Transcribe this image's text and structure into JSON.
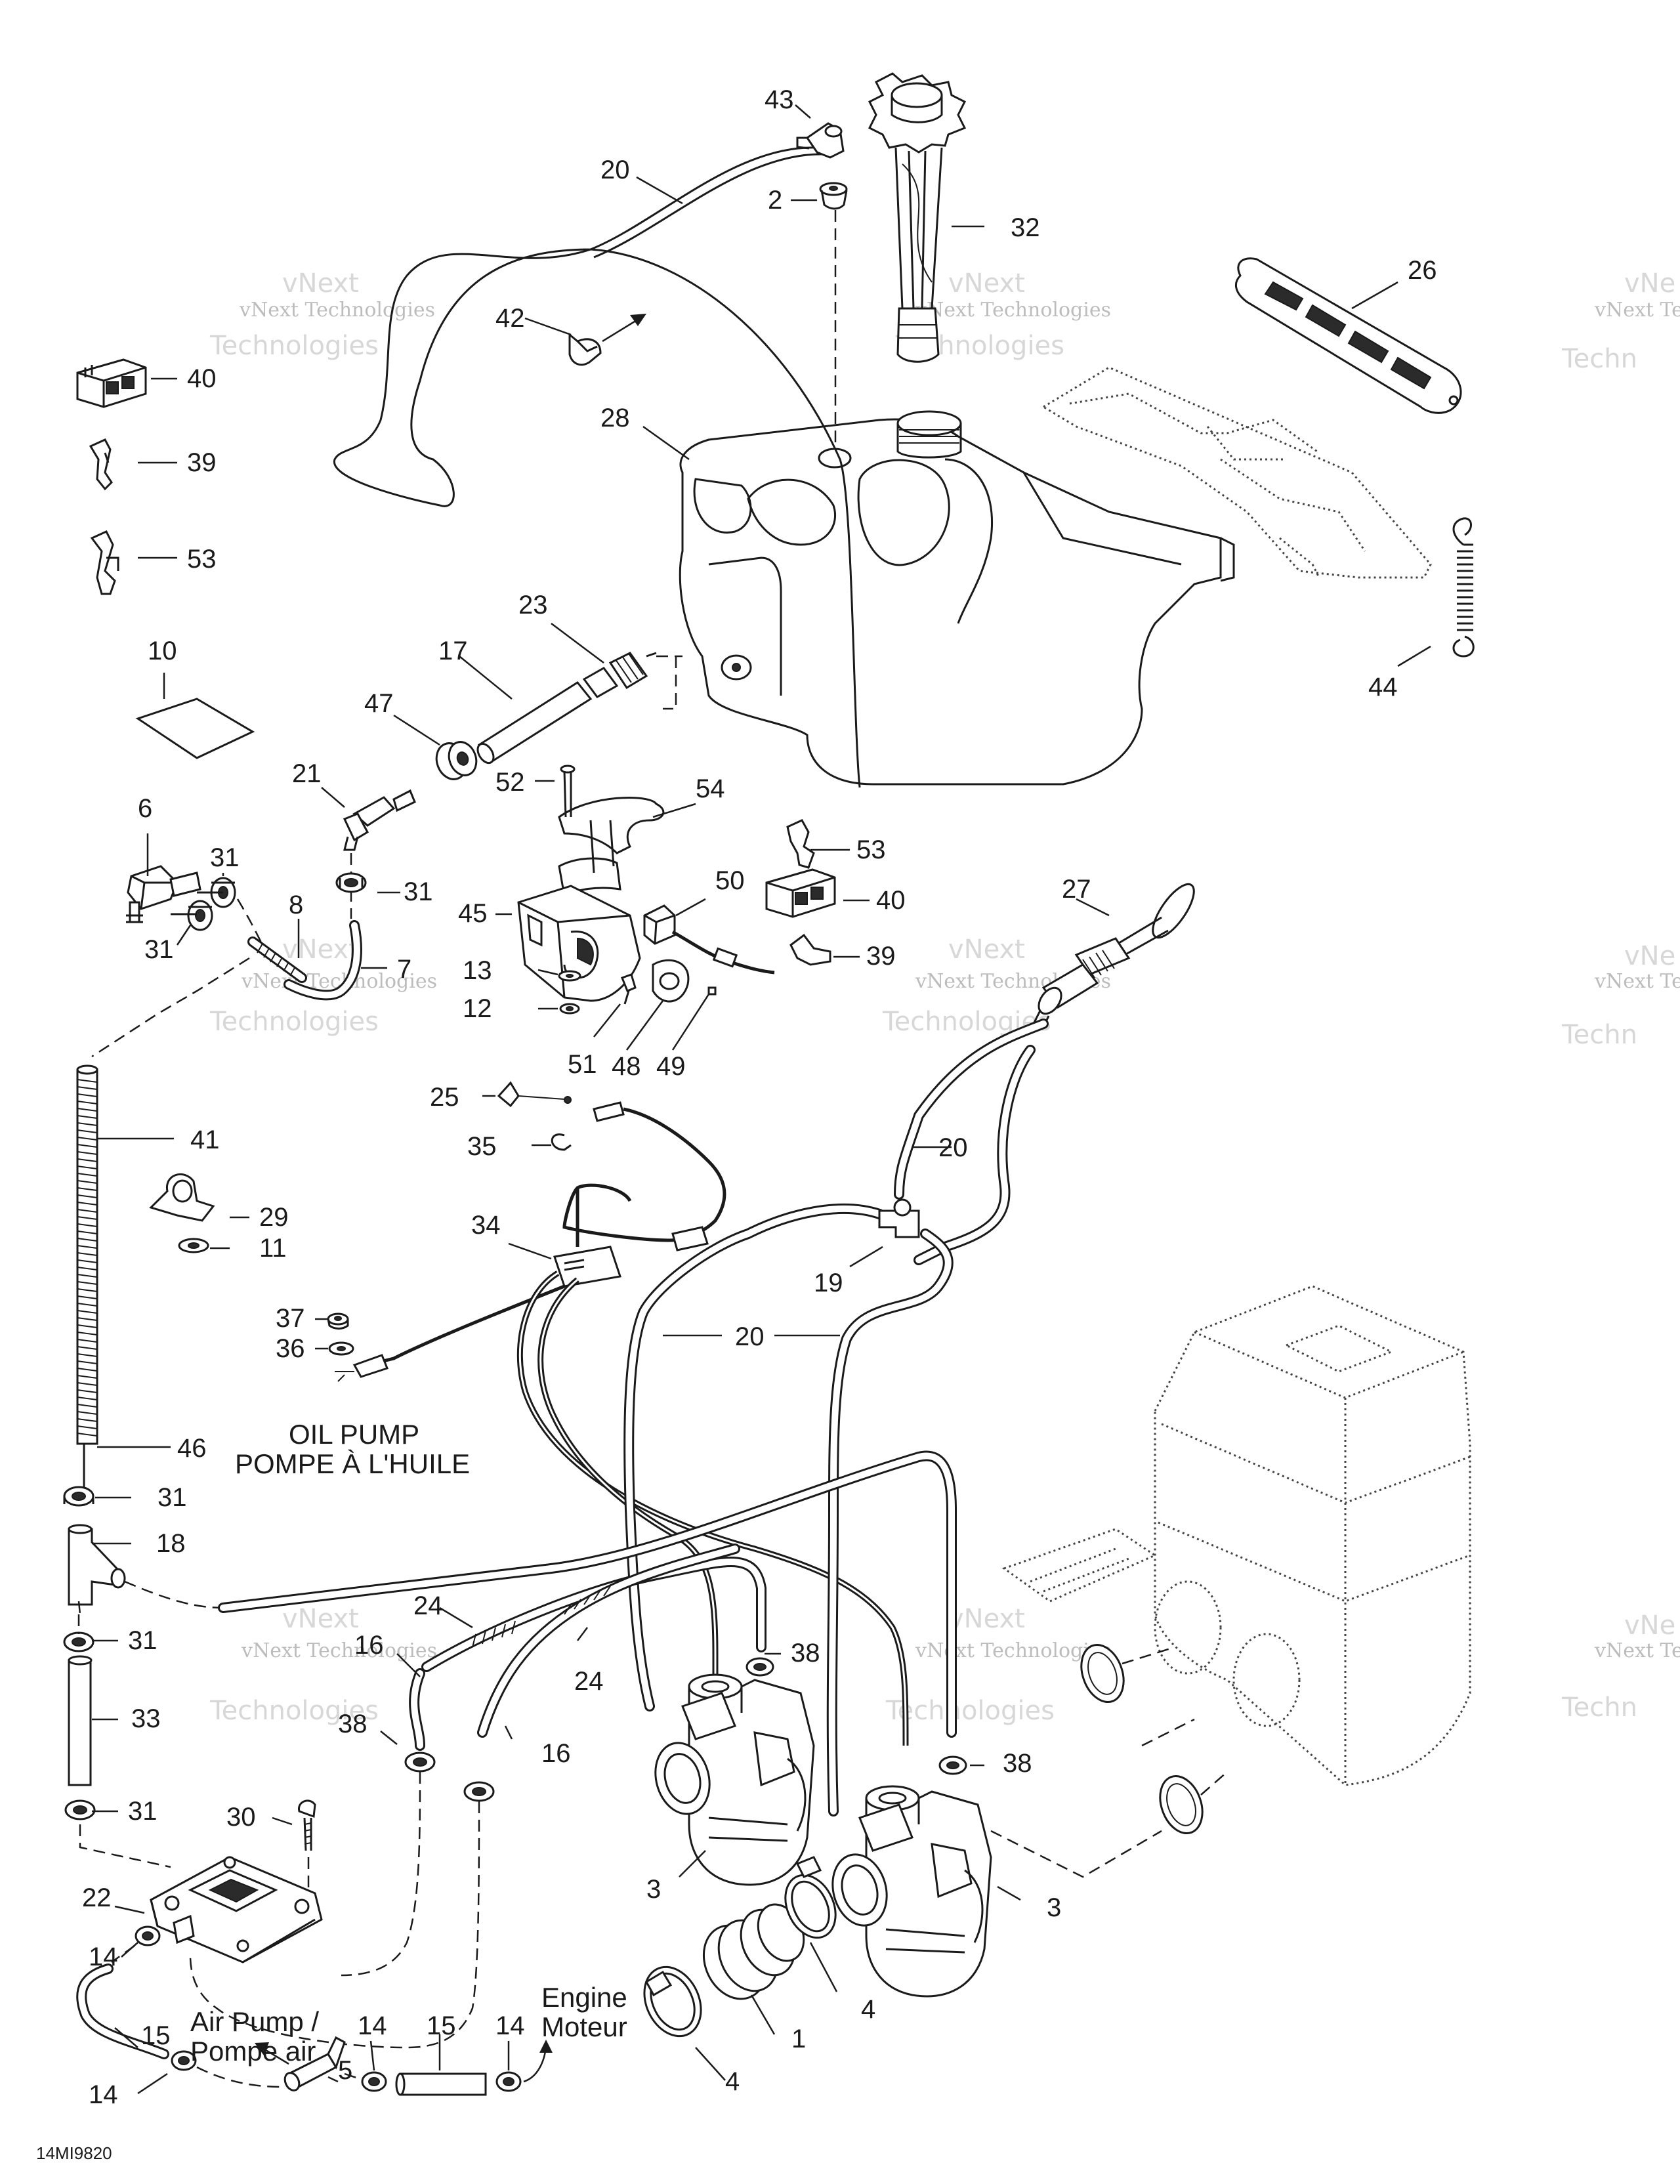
{
  "watermark": {
    "line1": "vNext",
    "line2": "Technologies",
    "line_combined": "vNext Technologies",
    "partial_right_1": "vNe",
    "partial_right_2": "vNext Te",
    "partial_right_3": "Techn"
  },
  "annotations": {
    "oil_pump_en": "OIL PUMP",
    "oil_pump_fr": "POMPE À L'HUILE",
    "air_pump_en": "Air Pump /",
    "air_pump_fr": "Pompe air",
    "engine_en": "Engine",
    "engine_fr": "Moteur",
    "figure_code": "14MI9820"
  },
  "callouts": {
    "c43": "43",
    "c20a": "20",
    "c2": "2",
    "c32": "32",
    "c26": "26",
    "c42": "42",
    "c40a": "40",
    "c39a": "39",
    "c53a": "53",
    "c28": "28",
    "c23": "23",
    "c17": "17",
    "c10": "10",
    "c47": "47",
    "c44": "44",
    "c21": "21",
    "c6": "6",
    "c31a": "31",
    "c31b": "31",
    "c31c": "31",
    "c8": "8",
    "c7": "7",
    "c52": "52",
    "c54": "54",
    "c53b": "53",
    "c40b": "40",
    "c39b": "39",
    "c50": "50",
    "c45": "45",
    "c13": "13",
    "c12": "12",
    "c51": "51",
    "c48": "48",
    "c49": "49",
    "c27": "27",
    "c25": "25",
    "c35": "35",
    "c41": "41",
    "c20b": "20",
    "c29": "29",
    "c11": "11",
    "c34": "34",
    "c19": "19",
    "c37": "37",
    "c36": "36",
    "c20c": "20",
    "c46": "46",
    "c31d": "31",
    "c18": "18",
    "c31e": "31",
    "c24a": "24",
    "c16a": "16",
    "c38a": "38",
    "c24b": "24",
    "c33": "33",
    "c38b": "38",
    "c16b": "16",
    "c38c": "38",
    "c31f": "31",
    "c30": "30",
    "c3a": "3",
    "c3b": "3",
    "c22": "22",
    "c14a": "14",
    "c4a": "4",
    "c1": "1",
    "c15a": "15",
    "c14b": "14",
    "c15b": "15",
    "c14c": "14",
    "c5": "5",
    "c14d": "14",
    "c4b": "4"
  }
}
